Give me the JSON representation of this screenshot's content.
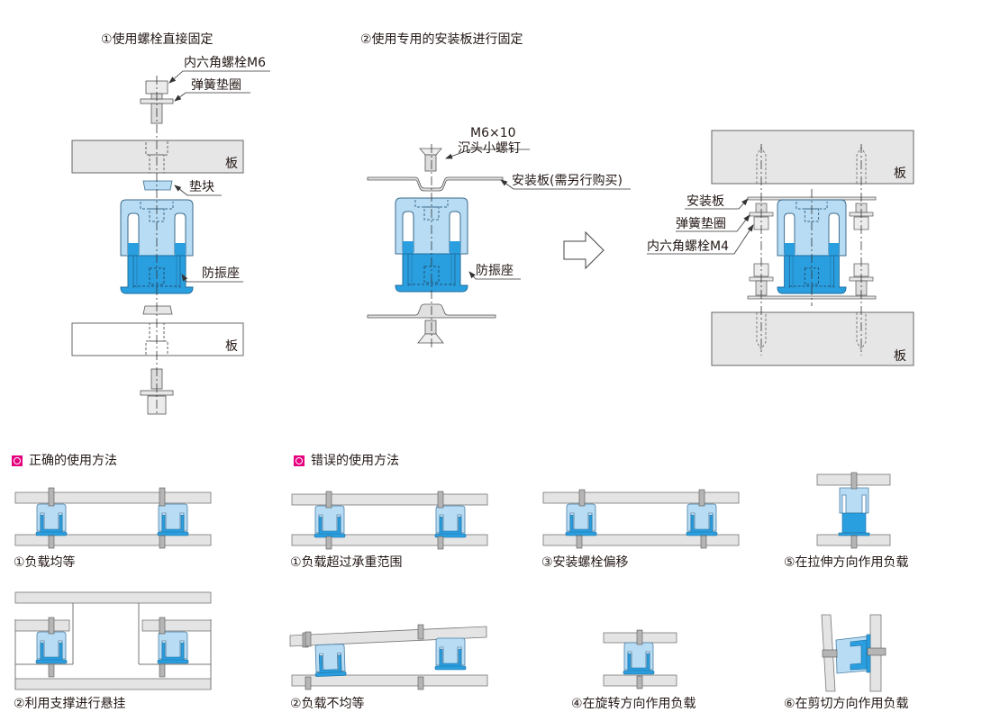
{
  "top": {
    "method1": {
      "title": "①使用螺栓直接固定",
      "labels": {
        "hex_bolt": "内六角螺栓M6",
        "spring_washer": "弹簧垫圈",
        "plate_upper": "板",
        "spacer": "垫块",
        "mount": "防振座",
        "plate_lower": "板"
      }
    },
    "method2": {
      "title": "②使用专用的安装板进行固定",
      "labels": {
        "screw_size": "M6×10",
        "screw": "沉头小螺钉",
        "bracket": "安装板(需另行购买)",
        "mount": "防振座"
      }
    },
    "assembled": {
      "labels": {
        "plate_upper": "板",
        "bracket": "安装板",
        "spring_washer": "弹簧垫圈",
        "hex_bolt": "内六角螺栓M4",
        "plate_lower": "板"
      }
    },
    "arrow_icon": "right-arrow-outline"
  },
  "usage": {
    "correct": {
      "heading": "正确的使用方法",
      "items": [
        {
          "caption": "①负载均等"
        },
        {
          "caption": "②利用支撑进行悬挂"
        }
      ]
    },
    "wrong": {
      "heading": "错误的使用方法",
      "items": [
        {
          "caption": "①负载超过承重范围"
        },
        {
          "caption": "②负载不均等"
        },
        {
          "caption": "③安装螺栓偏移"
        },
        {
          "caption": "④在旋转方向作用负载"
        },
        {
          "caption": "⑤在拉伸方向作用负载"
        },
        {
          "caption": "⑥在剪切方向作用负载"
        }
      ]
    },
    "marker_icon": "circle-in-square-marker"
  },
  "colors": {
    "mount_light": "#b7dcf4",
    "mount_dark": "#2a9fe0",
    "plate": "#e4e4e4",
    "bolt": "#b5b5b5",
    "marker": "#e4007f",
    "line": "#595757"
  }
}
